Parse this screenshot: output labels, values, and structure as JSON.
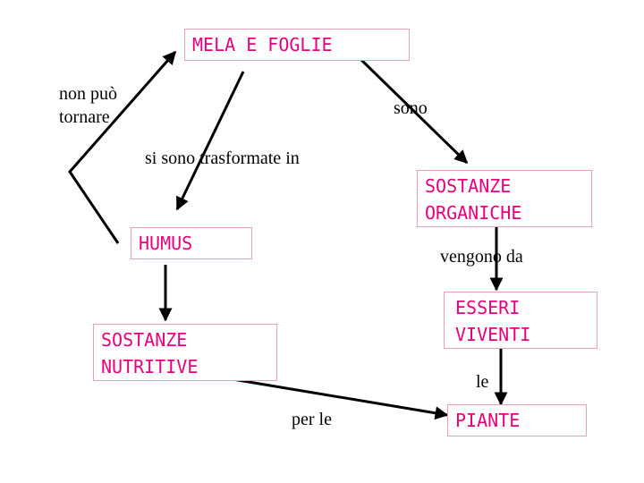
{
  "colors": {
    "box_text": "#e6007e",
    "box_border": "#e8a0b4",
    "arrow": "#000000",
    "label_text": "#000000"
  },
  "nodes": {
    "mela_foglie": "MELA E FOGLIE",
    "sostanze_organiche_1": "SOSTANZE",
    "sostanze_organiche_2": "ORGANICHE",
    "humus": "HUMUS",
    "esseri_viventi_1": "ESSERI",
    "esseri_viventi_2": "VIVENTI",
    "sostanze_nutritive_1": "SOSTANZE",
    "sostanze_nutritive_2": "NUTRITIVE",
    "piante": "PIANTE"
  },
  "links": {
    "non_puo": "non può",
    "tornare": "tornare",
    "sono": "sono",
    "si_sono_trasformate": "si sono trasformate in",
    "vengono_da": "vengono da",
    "le": "le",
    "per_le": "per le"
  }
}
